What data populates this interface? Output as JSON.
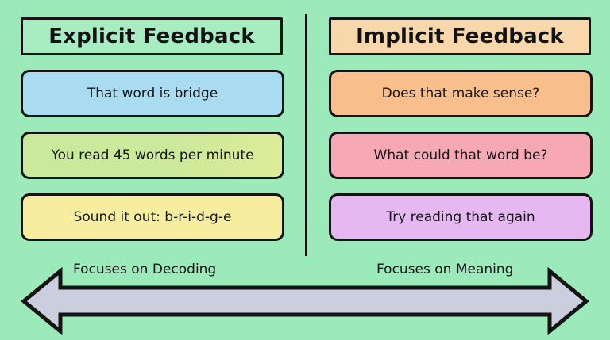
{
  "background_color": "#9ce9b9",
  "outline_color": "#141414",
  "columns": [
    {
      "id": "explicit",
      "header": "Explicit Feedback",
      "header_color": "#a8ecc2",
      "items": [
        {
          "text": "That word is bridge",
          "color": "#a9dcf1"
        },
        {
          "text": "You read 45 words per minute",
          "color": "#cbe99b"
        },
        {
          "text": "Sound it out: b-r-i-d-g-e",
          "color": "#f6ed9f"
        }
      ]
    },
    {
      "id": "implicit",
      "header": "Implicit Feedback",
      "header_color": "#f8d7ab",
      "items": [
        {
          "text": "Does that make sense?",
          "color": "#f8bf8d"
        },
        {
          "text": "What could that word be?",
          "color": "#f6a9b5"
        },
        {
          "text": "Try reading that again",
          "color": "#e5b8f1"
        }
      ]
    }
  ],
  "arrow": {
    "fill_color": "#cbcedc",
    "left_caption": "Focuses on Decoding",
    "right_caption": "Focuses on Meaning"
  }
}
